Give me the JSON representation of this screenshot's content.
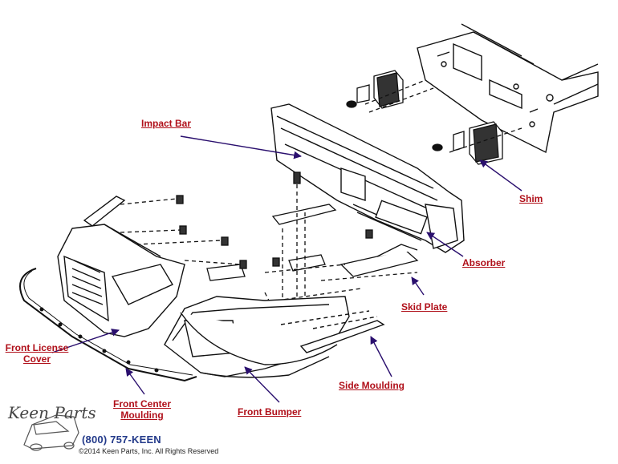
{
  "labels": {
    "impact_bar": "Impact Bar",
    "shim": "Shim",
    "absorber": "Absorber",
    "skid_plate": "Skid Plate",
    "front_license_cover": "Front License Cover",
    "front_center_moulding": "Front Center Moulding",
    "side_moulding": "Side Moulding",
    "front_bumper": "Front Bumper"
  },
  "footer": {
    "logo_text": "Keen Parts",
    "phone": "(800) 757-KEEN",
    "copyright": "©2014 Keen Parts, Inc. All Rights Reserved"
  },
  "colors": {
    "label": "#b0101a",
    "arrow": "#2a0f6e",
    "line_art": "#111111",
    "phone": "#233a8a"
  }
}
